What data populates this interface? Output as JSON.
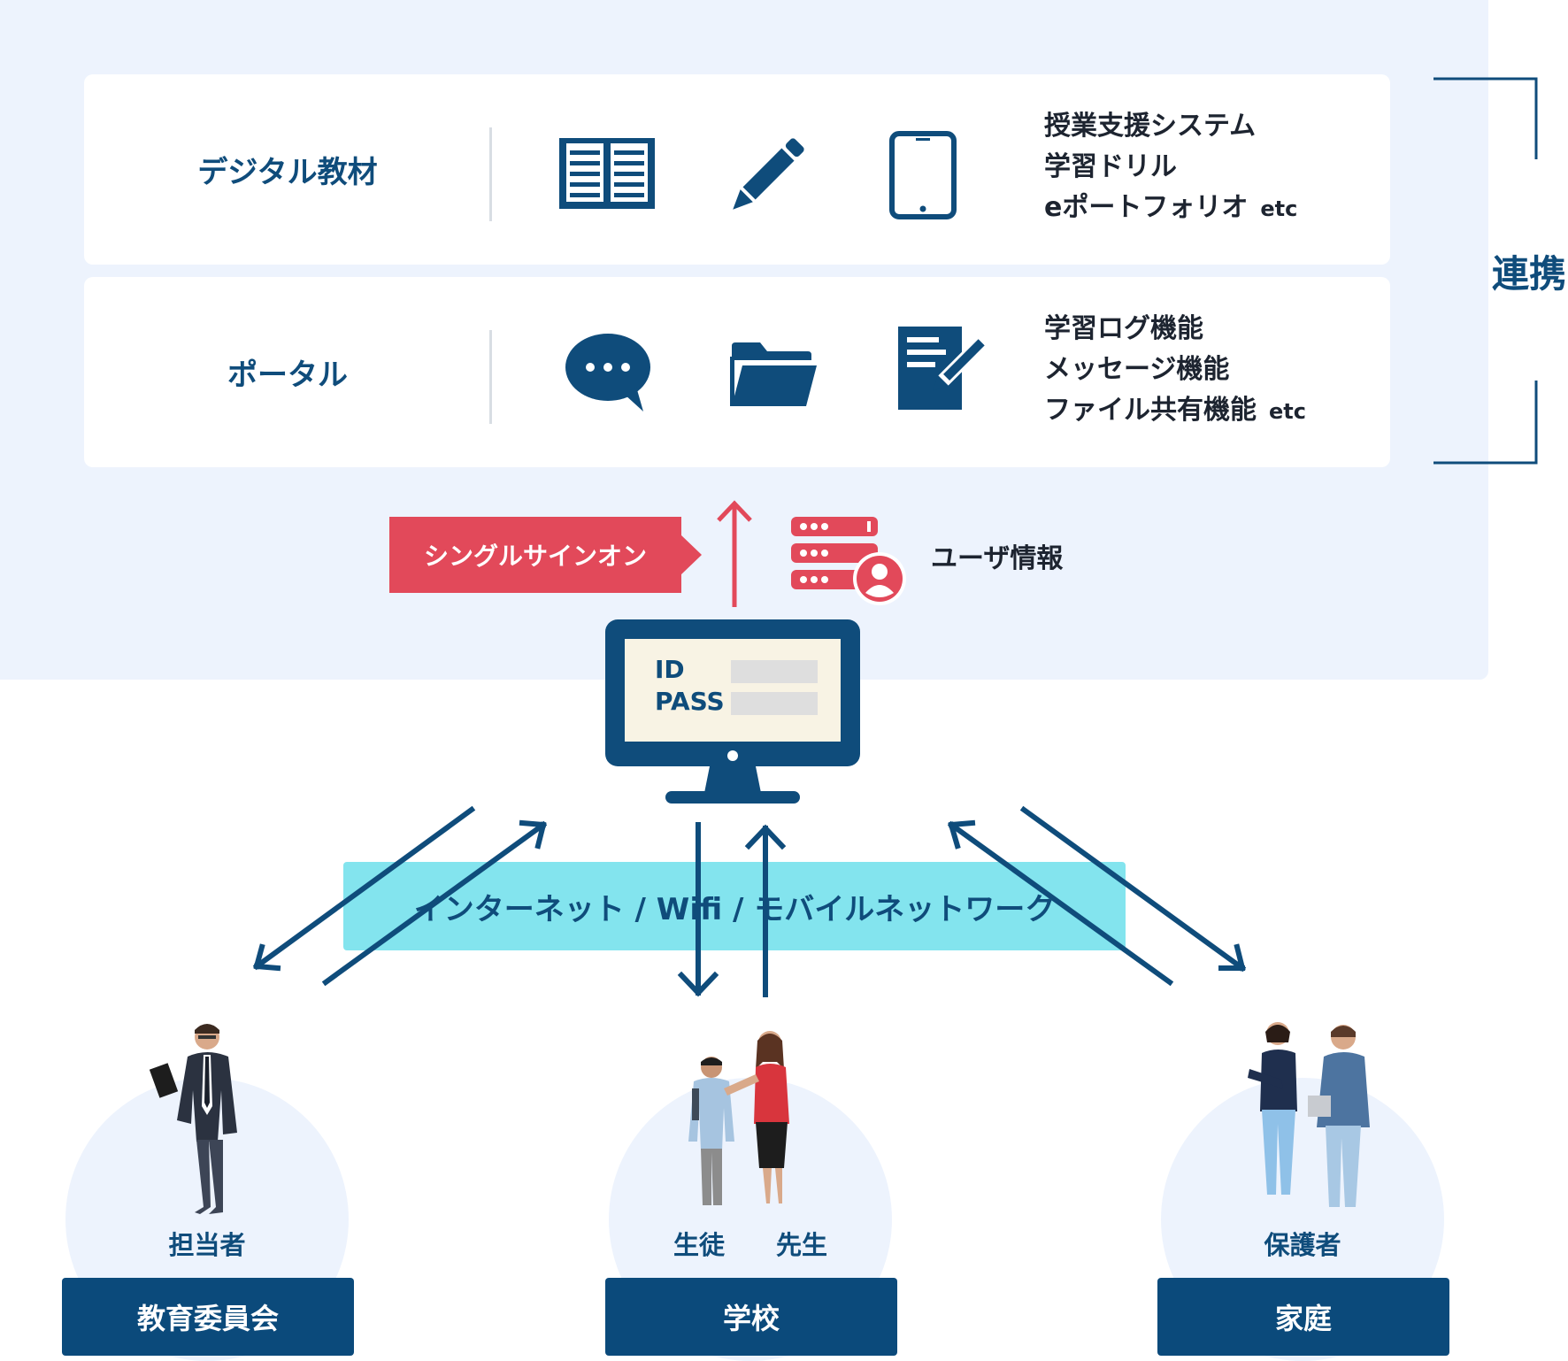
{
  "cards": [
    {
      "label": "デジタル教材",
      "features": [
        "授業支援システム",
        "学習ドリル",
        "eポートフォリオ"
      ],
      "etc": "etc",
      "icons": [
        "book-icon",
        "pencil-icon",
        "tablet-icon"
      ]
    },
    {
      "label": "ポータル",
      "features": [
        "学習ログ機能",
        "メッセージ機能",
        "ファイル共有機能"
      ],
      "etc": "etc",
      "icons": [
        "chat-bubble-icon",
        "folder-icon",
        "document-edit-icon"
      ]
    }
  ],
  "bracket_label": "連携",
  "sso_label": "シングルサインオン",
  "user_info_label": "ユーザ情報",
  "login": {
    "id_label": "ID",
    "pass_label": "PASS"
  },
  "network_label": "インターネット / Wifi / モバイルネットワーク",
  "orgs": [
    {
      "name": "教育委員会",
      "roles": "担当者"
    },
    {
      "name": "学校",
      "roles": "生徒　　先生"
    },
    {
      "name": "家庭",
      "roles": "保護者"
    }
  ],
  "colors": {
    "primary": "#0f4c7b",
    "accent": "#e2495a",
    "panel": "#edf3fd",
    "network": "#72e0ec"
  }
}
